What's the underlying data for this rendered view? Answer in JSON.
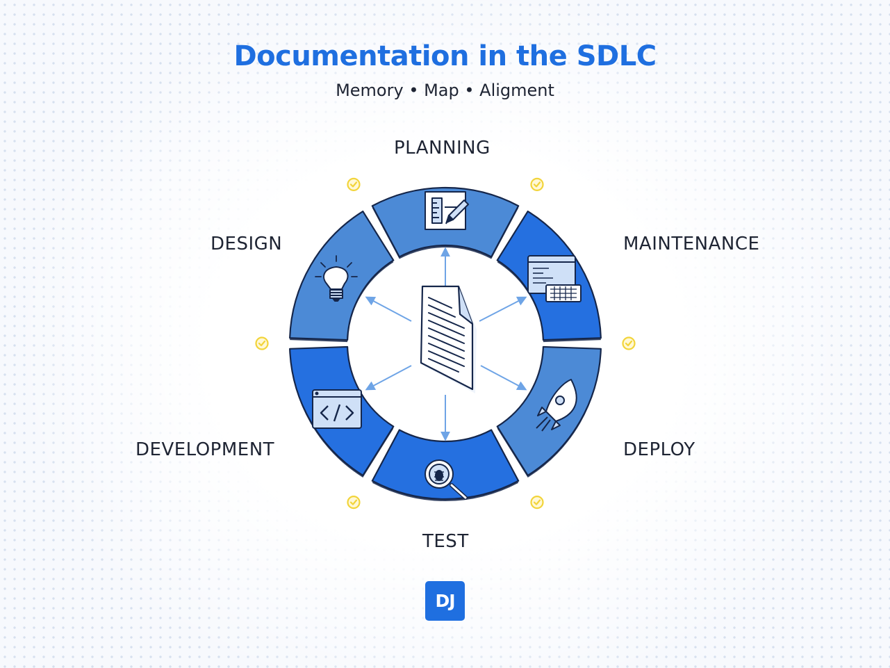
{
  "title": "Documentation in the SDLC",
  "subtitle": "Memory • Map • Aligment",
  "phases": [
    {
      "label": "PLANNING",
      "icon": "ruler-pencil-icon"
    },
    {
      "label": "MAINTENANCE",
      "icon": "code-window-icon"
    },
    {
      "label": "DEPLOY",
      "icon": "rocket-icon"
    },
    {
      "label": "TEST",
      "icon": "bug-magnifier-icon"
    },
    {
      "label": "DEVELOPMENT",
      "icon": "code-brackets-icon"
    },
    {
      "label": "DESIGN",
      "icon": "lightbulb-icon"
    }
  ],
  "center_icon": "document-icon",
  "logo": "DJ",
  "colors": {
    "title": "#1f6fe0",
    "segment_dark": "#2570e0",
    "segment_light": "#4c8ad6",
    "outline": "#15264a",
    "check": "#f2d43a",
    "arrow": "#6ea4e6"
  }
}
